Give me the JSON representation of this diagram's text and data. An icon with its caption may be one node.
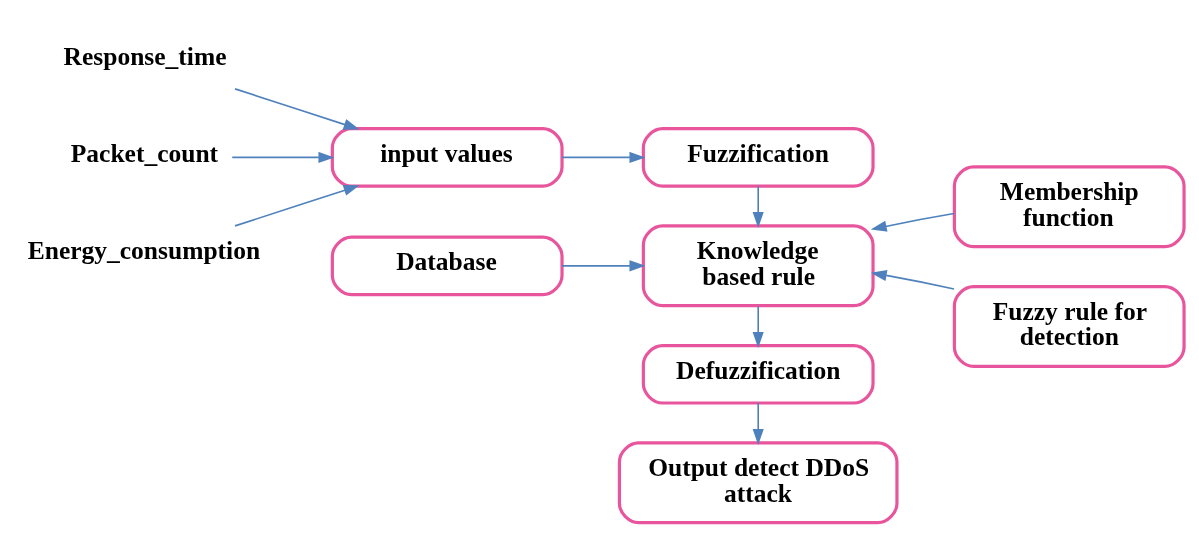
{
  "diagram": {
    "nodes": [
      {
        "text": [
          "Response_time"
        ]
      },
      {
        "text": [
          "Packet_count"
        ]
      },
      {
        "text": [
          "Energy_consumption"
        ]
      },
      {
        "text": [
          "input values"
        ]
      },
      {
        "text": [
          "Fuzzification"
        ]
      },
      {
        "text": [
          "Membership function"
        ]
      },
      {
        "text": [
          "Database"
        ]
      },
      {
        "text": [
          "Knowledge based rule"
        ]
      },
      {
        "text": [
          "Fuzzy rule for detection"
        ]
      },
      {
        "text": [
          "Defuzzification"
        ]
      },
      {
        "text": [
          "Output detect DDoS attack"
        ]
      }
    ],
    "edges": [
      {
        "from": 0,
        "to": 3,
        "arrow": "to"
      },
      {
        "from": 1,
        "to": 3,
        "arrow": "to"
      },
      {
        "from": 2,
        "to": 3,
        "arrow": "to"
      },
      {
        "from": 3,
        "to": 4,
        "arrow": "to"
      },
      {
        "from": 4,
        "to": 7,
        "arrow": "to"
      },
      {
        "from": 6,
        "to": 7,
        "arrow": "to"
      },
      {
        "from": 5,
        "to": 7,
        "arrow": "to"
      },
      {
        "from": 8,
        "to": 7,
        "arrow": "to"
      },
      {
        "from": 7,
        "to": 9,
        "arrow": "to"
      },
      {
        "from": 9,
        "to": 10,
        "arrow": "to"
      }
    ]
  }
}
